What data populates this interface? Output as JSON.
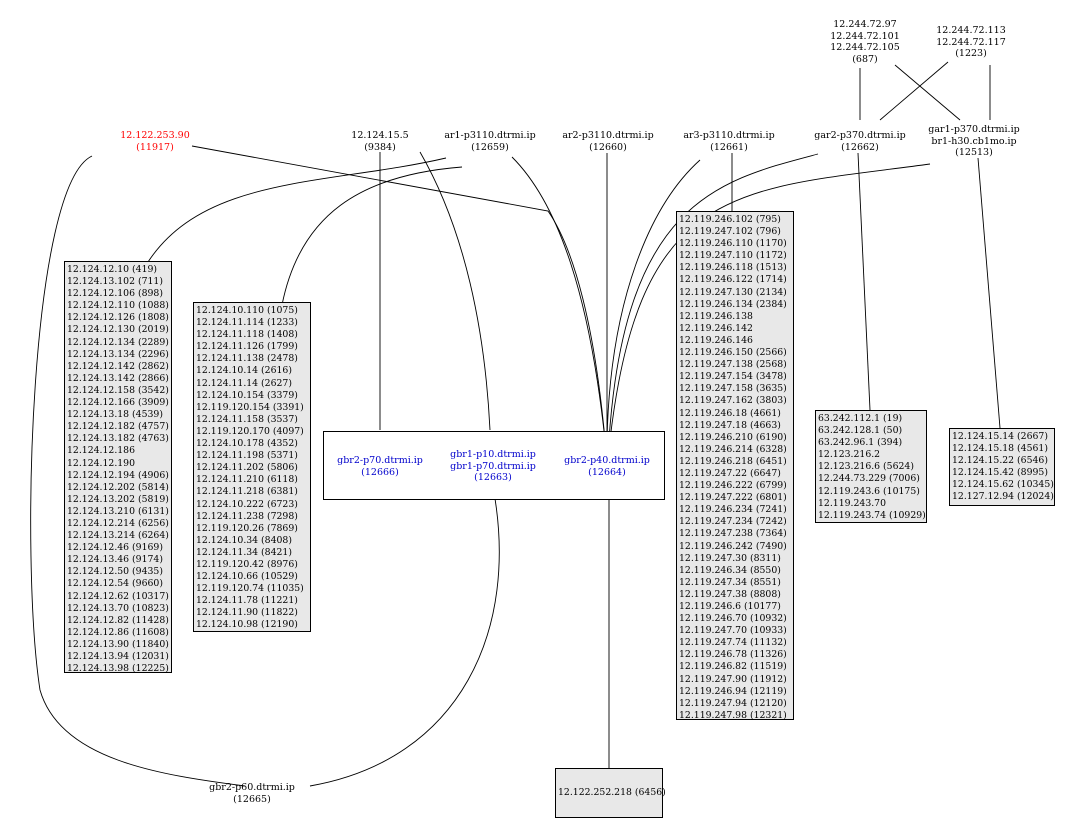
{
  "colors": {
    "highlight": "#ff0000",
    "group_member": "#0000cc",
    "list_fill": "#e8e8e8"
  },
  "nodes": {
    "n12_122_253_90": {
      "lines": [
        "12.122.253.90",
        "(11917)"
      ]
    },
    "n12_124_15_5": {
      "lines": [
        "12.124.15.5",
        "(9384)"
      ]
    },
    "ar1": {
      "lines": [
        "ar1-p3110.dtrmi.ip",
        "(12659)"
      ]
    },
    "ar2": {
      "lines": [
        "ar2-p3110.dtrmi.ip",
        "(12660)"
      ]
    },
    "ar3": {
      "lines": [
        "ar3-p3110.dtrmi.ip",
        "(12661)"
      ]
    },
    "gar2": {
      "lines": [
        "gar2-p370.dtrmi.ip",
        "(12662)"
      ]
    },
    "gar1": {
      "lines": [
        "gar1-p370.dtrmi.ip",
        "br1-h30.cb1mo.ip",
        "(12513)"
      ]
    },
    "top_left_group": {
      "lines": [
        "12.244.72.97",
        "12.244.72.101",
        "12.244.72.105",
        "(687)"
      ]
    },
    "top_right_group": {
      "lines": [
        "12.244.72.113",
        "12.244.72.117",
        "(1223)"
      ]
    },
    "gbr2_p60": {
      "lines": [
        "gbr2-p60.dtrmi.ip",
        "(12665)"
      ]
    },
    "gbr2_p70": {
      "lines": [
        "gbr2-p70.dtrmi.ip",
        "(12666)"
      ]
    },
    "gbr1_p10": {
      "lines": [
        "gbr1-p10.dtrmi.ip",
        "gbr1-p70.dtrmi.ip",
        "(12663)"
      ]
    },
    "gbr2_p40": {
      "lines": [
        "gbr2-p40.dtrmi.ip",
        "(12664)"
      ]
    }
  },
  "lists": {
    "list_a": [
      "12.124.12.10 (419)",
      "12.124.13.102 (711)",
      "12.124.12.106 (898)",
      "12.124.12.110 (1088)",
      "12.124.12.126 (1808)",
      "12.124.12.130 (2019)",
      "12.124.12.134 (2289)",
      "12.124.13.134 (2296)",
      "12.124.12.142 (2862)",
      "12.124.13.142 (2866)",
      "12.124.12.158 (3542)",
      "12.124.12.166 (3909)",
      "12.124.13.18 (4539)",
      "12.124.12.182 (4757)",
      "12.124.13.182 (4763)",
      "12.124.12.186",
      "12.124.12.190",
      "12.124.12.194 (4906)",
      "12.124.12.202 (5814)",
      "12.124.13.202 (5819)",
      "12.124.13.210 (6131)",
      "12.124.12.214 (6256)",
      "12.124.13.214 (6264)",
      "12.124.12.46 (9169)",
      "12.124.13.46 (9174)",
      "12.124.12.50 (9435)",
      "12.124.12.54 (9660)",
      "12.124.12.62 (10317)",
      "12.124.13.70 (10823)",
      "12.124.12.82 (11428)",
      "12.124.12.86 (11608)",
      "12.124.13.90 (11840)",
      "12.124.13.94 (12031)",
      "12.124.13.98 (12225)"
    ],
    "list_b": [
      "12.124.10.110 (1075)",
      "12.124.11.114 (1233)",
      "12.124.11.118 (1408)",
      "12.124.11.126 (1799)",
      "12.124.11.138 (2478)",
      "12.124.10.14 (2616)",
      "12.124.11.14 (2627)",
      "12.124.10.154 (3379)",
      "12.119.120.154 (3391)",
      "12.124.11.158 (3537)",
      "12.119.120.170 (4097)",
      "12.124.10.178 (4352)",
      "12.124.11.198 (5371)",
      "12.124.11.202 (5806)",
      "12.124.11.210 (6118)",
      "12.124.11.218 (6381)",
      "12.124.10.222 (6723)",
      "12.124.11.238 (7298)",
      "12.119.120.26 (7869)",
      "12.124.10.34 (8408)",
      "12.124.11.34 (8421)",
      "12.119.120.42 (8976)",
      "12.124.10.66 (10529)",
      "12.119.120.74 (11035)",
      "12.124.11.78 (11221)",
      "12.124.11.90 (11822)",
      "12.124.10.98 (12190)"
    ],
    "list_c": [
      "12.119.246.102 (795)",
      "12.119.247.102 (796)",
      "12.119.246.110 (1170)",
      "12.119.247.110 (1172)",
      "12.119.246.118 (1513)",
      "12.119.246.122 (1714)",
      "12.119.247.130 (2134)",
      "12.119.246.134 (2384)",
      "12.119.246.138",
      "12.119.246.142",
      "12.119.246.146",
      "12.119.246.150 (2566)",
      "12.119.247.138 (2568)",
      "12.119.247.154 (3478)",
      "12.119.247.158 (3635)",
      "12.119.247.162 (3803)",
      "12.119.246.18 (4661)",
      "12.119.247.18 (4663)",
      "12.119.246.210 (6190)",
      "12.119.246.214 (6328)",
      "12.119.246.218 (6451)",
      "12.119.247.22 (6647)",
      "12.119.246.222 (6799)",
      "12.119.247.222 (6801)",
      "12.119.246.234 (7241)",
      "12.119.247.234 (7242)",
      "12.119.247.238 (7364)",
      "12.119.246.242 (7490)",
      "12.119.247.30 (8311)",
      "12.119.246.34 (8550)",
      "12.119.247.34 (8551)",
      "12.119.247.38 (8808)",
      "12.119.246.6 (10177)",
      "12.119.246.70 (10932)",
      "12.119.247.70 (10933)",
      "12.119.247.74 (11132)",
      "12.119.246.78 (11326)",
      "12.119.246.82 (11519)",
      "12.119.247.90 (11912)",
      "12.119.246.94 (12119)",
      "12.119.247.94 (12120)",
      "12.119.247.98 (12321)"
    ],
    "list_d": [
      "63.242.112.1 (19)",
      "63.242.128.1 (50)",
      "63.242.96.1 (394)",
      "12.123.216.2",
      "12.123.216.6 (5624)",
      "12.244.73.229 (7006)",
      "12.119.243.6 (10175)",
      "12.119.243.70",
      "12.119.243.74 (10929)"
    ],
    "list_e": [
      "12.124.15.14 (2667)",
      "12.124.15.18 (4561)",
      "12.124.15.22 (6546)",
      "12.124.15.42 (8995)",
      "12.124.15.62 (10345)",
      "12.127.12.94 (12024)"
    ],
    "list_f": [
      "12.122.252.218 (6456)"
    ]
  }
}
